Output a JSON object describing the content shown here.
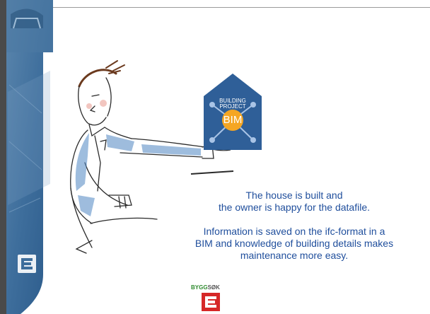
{
  "slide": {
    "text": {
      "line1": "The house is built and",
      "line2": "the owner is happy for the datafile.",
      "line3": "Information is saved on the ifc-format in a",
      "line4": "BIM and knowledge of building details makes",
      "line5": "maintenance more easy."
    },
    "badge": {
      "line1": "BUILDING",
      "line2": "PROJECT",
      "center": "BIM"
    },
    "footer_logo": {
      "part1": "BYGG",
      "part2": "SØK"
    }
  },
  "colors": {
    "text": "#1f4e9c",
    "band": "#3e6e9c",
    "badge": "#2f5f98",
    "bim_circle": "#f5a623",
    "logo_red": "#d62828",
    "logo_green": "#2e8b2e"
  },
  "icons": {
    "band_logo": "eb-logo-icon",
    "footer_logo": "byggsok-logo-icon"
  }
}
